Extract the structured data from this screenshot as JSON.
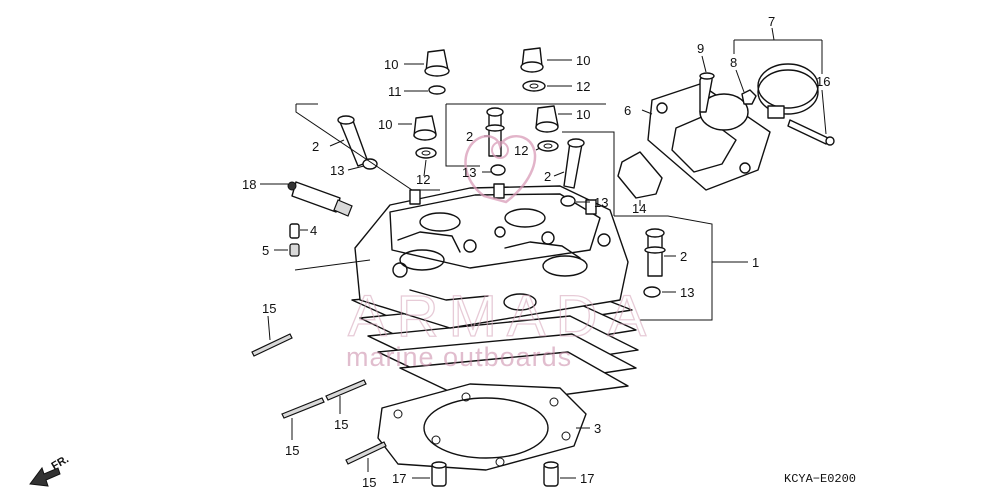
{
  "diagram": {
    "code": "KCYA−E0200",
    "front_marker": "FR.",
    "watermark": {
      "brand": "ARMADA",
      "tagline": "marine outboards"
    },
    "callouts": [
      {
        "id": "c10a",
        "text": "10"
      },
      {
        "id": "c11",
        "text": "11"
      },
      {
        "id": "c10b",
        "text": "10"
      },
      {
        "id": "c2a",
        "text": "2"
      },
      {
        "id": "c13a",
        "text": "13"
      },
      {
        "id": "c12a",
        "text": "12"
      },
      {
        "id": "c18",
        "text": "18"
      },
      {
        "id": "c4",
        "text": "4"
      },
      {
        "id": "c5",
        "text": "5"
      },
      {
        "id": "c10c",
        "text": "10"
      },
      {
        "id": "c12b",
        "text": "12"
      },
      {
        "id": "c10d",
        "text": "10"
      },
      {
        "id": "c2b",
        "text": "2"
      },
      {
        "id": "c12c",
        "text": "12"
      },
      {
        "id": "c13b",
        "text": "13"
      },
      {
        "id": "c2c",
        "text": "2"
      },
      {
        "id": "c13c",
        "text": "13"
      },
      {
        "id": "c9",
        "text": "9"
      },
      {
        "id": "c7",
        "text": "7"
      },
      {
        "id": "c8",
        "text": "8"
      },
      {
        "id": "c16",
        "text": "16"
      },
      {
        "id": "c6",
        "text": "6"
      },
      {
        "id": "c14",
        "text": "14"
      },
      {
        "id": "c2d",
        "text": "2"
      },
      {
        "id": "c1",
        "text": "1"
      },
      {
        "id": "c13d",
        "text": "13"
      },
      {
        "id": "c15a",
        "text": "15"
      },
      {
        "id": "c15b",
        "text": "15"
      },
      {
        "id": "c15c",
        "text": "15"
      },
      {
        "id": "c15d",
        "text": "15"
      },
      {
        "id": "c3",
        "text": "3"
      },
      {
        "id": "c17a",
        "text": "17"
      },
      {
        "id": "c17b",
        "text": "17"
      }
    ]
  }
}
